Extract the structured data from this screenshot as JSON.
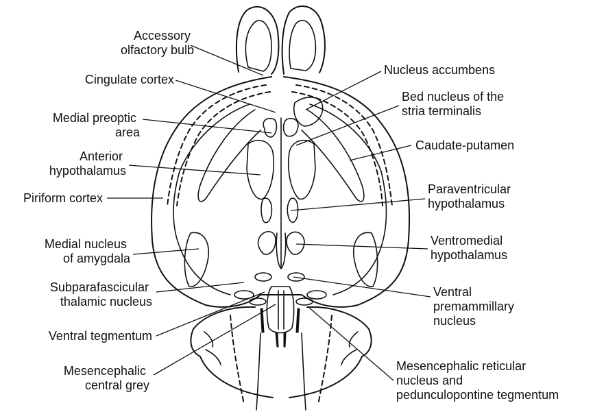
{
  "labels": {
    "accessory_olfactory_bulb": [
      "Accessory",
      "olfactory bulb"
    ],
    "cingulate_cortex": [
      "Cingulate cortex"
    ],
    "medial_preoptic_area": [
      "Medial preoptic",
      "area"
    ],
    "anterior_hypothalamus": [
      "Anterior",
      "hypothalamus"
    ],
    "piriform_cortex": [
      "Piriform cortex"
    ],
    "medial_nucleus_of_amygdala": [
      "Medial nucleus",
      "of amygdala"
    ],
    "subparafascicular_thalamic_nucleus": [
      "Subparafascicular",
      "thalamic nucleus"
    ],
    "ventral_tegmentum": [
      "Ventral tegmentum"
    ],
    "mesencephalic_central_grey": [
      "Mesencephalic",
      "central grey"
    ],
    "nucleus_accumbens": [
      "Nucleus accumbens"
    ],
    "bed_nucleus_stria_terminalis": [
      "Bed nucleus of the",
      "stria terminalis"
    ],
    "caudate_putamen": [
      "Caudate-putamen"
    ],
    "paraventricular_hypothalamus": [
      "Paraventricular",
      "hypothalamus"
    ],
    "ventromedial_hypothalamus": [
      "Ventromedial",
      "hypothalamus"
    ],
    "ventral_premammillary_nucleus": [
      "Ventral",
      "premammillary",
      "nucleus"
    ],
    "mesencephalic_reticular_nucleus": [
      "Mesencephalic reticular",
      "nucleus and",
      "pedunculopontine tegmentum"
    ]
  }
}
